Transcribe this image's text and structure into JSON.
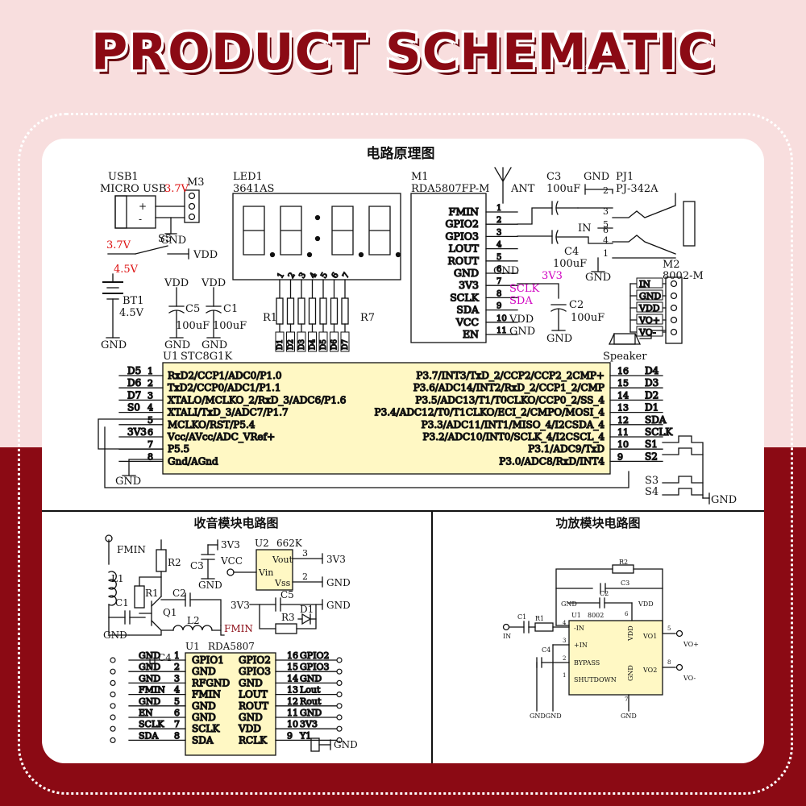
{
  "page": {
    "title": "PRODUCT SCHEMATIC"
  },
  "colors": {
    "brand": "#8b0a14",
    "background": "#f8dede",
    "highlight": "#d000c0"
  },
  "main": {
    "title": "电路原理图",
    "usb": {
      "ref": "USB1",
      "name": "MICRO USB",
      "plus": "+",
      "minus": "-"
    },
    "m3": {
      "ref": "M3",
      "v": "3.7V",
      "gnd": "GND"
    },
    "s5": {
      "v": "3.7V",
      "ref": "S5",
      "vdd": "VDD"
    },
    "bt1": {
      "v": "4.5V",
      "ref": "BT1",
      "value": "4.5V",
      "gnd": "GND"
    },
    "c5": {
      "vdd": "VDD",
      "ref": "C5",
      "value": "100uF",
      "gnd": "GND"
    },
    "c1": {
      "vdd": "VDD",
      "ref": "C1",
      "value": "100uF",
      "gnd": "GND"
    },
    "led": {
      "ref": "LED1",
      "part": "3641AS",
      "pins": [
        "1",
        "2",
        "3",
        "4",
        "5",
        "6",
        "7"
      ]
    },
    "r1": "R1",
    "r7": "R7",
    "diodes": [
      "D1",
      "D2",
      "D3",
      "D4",
      "D5",
      "D6",
      "D7"
    ],
    "m1": {
      "ref": "M1",
      "part": "RDA5807FP-M",
      "ant": "ANT",
      "pins": [
        {
          "num": "1",
          "name": "FMIN"
        },
        {
          "num": "2",
          "name": "GPIO2"
        },
        {
          "num": "3",
          "name": "GPIO3"
        },
        {
          "num": "4",
          "name": "LOUT"
        },
        {
          "num": "5",
          "name": "ROUT"
        },
        {
          "num": "6",
          "name": "GND"
        },
        {
          "num": "7",
          "name": "3V3"
        },
        {
          "num": "8",
          "name": "SCLK"
        },
        {
          "num": "9",
          "name": "SDA"
        },
        {
          "num": "10",
          "name": "VCC"
        },
        {
          "num": "11",
          "name": "EN"
        }
      ],
      "ext": {
        "gnd6": "GND",
        "v3v3": "3V3",
        "sclk": "SCLK",
        "sda": "SDA",
        "vdd": "VDD",
        "gnd11": "GND"
      }
    },
    "c3": {
      "ref": "C3",
      "value": "100uF"
    },
    "c4": {
      "ref": "C4",
      "value": "100uF"
    },
    "c2": {
      "ref": "C2",
      "value": "100uF",
      "gnd": "GND"
    },
    "pj1": {
      "ref": "PJ1",
      "part": "PJ-342A",
      "gnd": "GND",
      "gnd2": "GND",
      "in": "IN",
      "pins": [
        "2",
        "3",
        "5",
        "6",
        "4",
        "1"
      ]
    },
    "m2": {
      "ref": "M2",
      "part": "8002-M",
      "pins": [
        "IN",
        "GND",
        "VDD",
        "VO+",
        "VO-"
      ],
      "speaker": "Speaker"
    },
    "u1": {
      "ref": "U1",
      "part": "STC8G1K",
      "left": [
        {
          "net": "D5",
          "num": "1",
          "name": "RxD2/CCP1/ADC0/P1.0"
        },
        {
          "net": "D6",
          "num": "2",
          "name": "TxD2/CCP0/ADC1/P1.1"
        },
        {
          "net": "D7",
          "num": "3",
          "name": "XTALO/MCLKO_2/RxD_3/ADC6/P1.6"
        },
        {
          "net": "S0",
          "num": "4",
          "name": "XTALI/TxD_3/ADC7/P1.7"
        },
        {
          "net": "",
          "num": "5",
          "name": "MCLKO/RST/P5.4"
        },
        {
          "net": "3V3",
          "num": "6",
          "name": "Vcc/AVcc/ADC_VRef+"
        },
        {
          "net": "",
          "num": "7",
          "name": "P5.5"
        },
        {
          "net": "",
          "num": "8",
          "name": "Gnd/AGnd"
        }
      ],
      "right": [
        {
          "net": "D4",
          "num": "16",
          "name": "P3.7/INT3/TxD_2/CCP2/CCP2_2CMP+"
        },
        {
          "net": "D3",
          "num": "15",
          "name": "P3.6/ADC14/INT2/RxD_2/CCP1_2/CMP"
        },
        {
          "net": "D2",
          "num": "14",
          "name": "P3.5/ADC13/T1/T0CLKO/CCP0_2/SS_4"
        },
        {
          "net": "D1",
          "num": "13",
          "name": "P3.4/ADC12/T0/T1CLKO/ECI_2/CMPO/MOSI_4"
        },
        {
          "net": "SDA",
          "num": "12",
          "name": "P3.3/ADC11/INT1/MISO_4/I2CSDA_4"
        },
        {
          "net": "SCLK",
          "num": "11",
          "name": "P3.2/ADC10/INT0/SCLK_4/I2CSCL_4"
        },
        {
          "net": "S1",
          "num": "10",
          "name": "P3.1/ADC9/TxD"
        },
        {
          "net": "S2",
          "num": "9",
          "name": "P3.0/ADC8/RxD/INT4"
        }
      ],
      "gnd": "GND",
      "s3": "S3",
      "s4": "S4",
      "gnd_r": "GND"
    }
  },
  "radio": {
    "title": "收音模块电路图",
    "fmin": "FMIN",
    "l1": "L1",
    "c1": "C1",
    "r1": "R1",
    "r2": "R2",
    "c2": "C2",
    "q1": "Q1",
    "l2": "L2",
    "fmin2": "FMIN",
    "gnd": "GND",
    "v3v3": "3V3",
    "vcc": "VCC",
    "c3": "C3",
    "gnd2": "GND",
    "u2": {
      "ref": "U2",
      "part": "662K",
      "vout": "Vout",
      "vin": "Vin",
      "vss": "Vss",
      "p3": "3",
      "p2": "2",
      "out": "3V3",
      "gnd": "GND"
    },
    "c5": "C5",
    "r3": "R3",
    "d1": "D1",
    "v3v3b": "3V3",
    "gnd3": "GND",
    "u1": {
      "ref": "U1",
      "part": "RDA5807",
      "left": [
        {
          "net": "GND",
          "num": "1",
          "name": "GPIO1"
        },
        {
          "net": "GND",
          "num": "2",
          "name": "GND"
        },
        {
          "net": "GND",
          "num": "3",
          "name": "RFGND"
        },
        {
          "net": "FMIN",
          "num": "4",
          "name": "FMIN"
        },
        {
          "net": "GND",
          "num": "5",
          "name": "GND"
        },
        {
          "net": "EN",
          "num": "6",
          "name": "GND"
        },
        {
          "net": "SCLK",
          "num": "7",
          "name": "SCLK"
        },
        {
          "net": "SDA",
          "num": "8",
          "name": "SDA"
        }
      ],
      "right": [
        {
          "net": "GPIO2",
          "num": "16",
          "name": "GPIO2"
        },
        {
          "net": "GPIO3",
          "num": "15",
          "name": "GPIO3"
        },
        {
          "net": "GND",
          "num": "14",
          "name": "GND"
        },
        {
          "net": "Lout",
          "num": "13",
          "name": "LOUT"
        },
        {
          "net": "Rout",
          "num": "12",
          "name": "ROUT"
        },
        {
          "net": "GND",
          "num": "11",
          "name": "GND"
        },
        {
          "net": "3V3",
          "num": "10",
          "name": "VDD"
        },
        {
          "net": "Y1",
          "num": "9",
          "name": "RCLK"
        }
      ],
      "c4": "C4",
      "y1gnd": "GND"
    }
  },
  "amp": {
    "title": "功放模块电路图",
    "r2": "R2",
    "c3": "C3",
    "c2": "C2",
    "gnd": "GND",
    "vdd": "VDD",
    "c1": "C1",
    "r1": "R1",
    "u1": "U1",
    "part": "8002",
    "pin_in_neg": "-IN",
    "pin_in_pos": "+IN",
    "bypass": "BYPASS",
    "shutdown": "SHUTDOWN",
    "vdd_pin": "VDD",
    "gnd_pin": "GND",
    "vo1": "VO1",
    "vo2": "VO2",
    "vo_plus": "VO+",
    "vo_minus": "VO-",
    "in": "IN",
    "c4": "C4",
    "gnd_b": "GNDGND",
    "gnd_c": "GND",
    "pins": [
      "4",
      "3",
      "2",
      "1",
      "6",
      "7",
      "5",
      "8"
    ]
  }
}
